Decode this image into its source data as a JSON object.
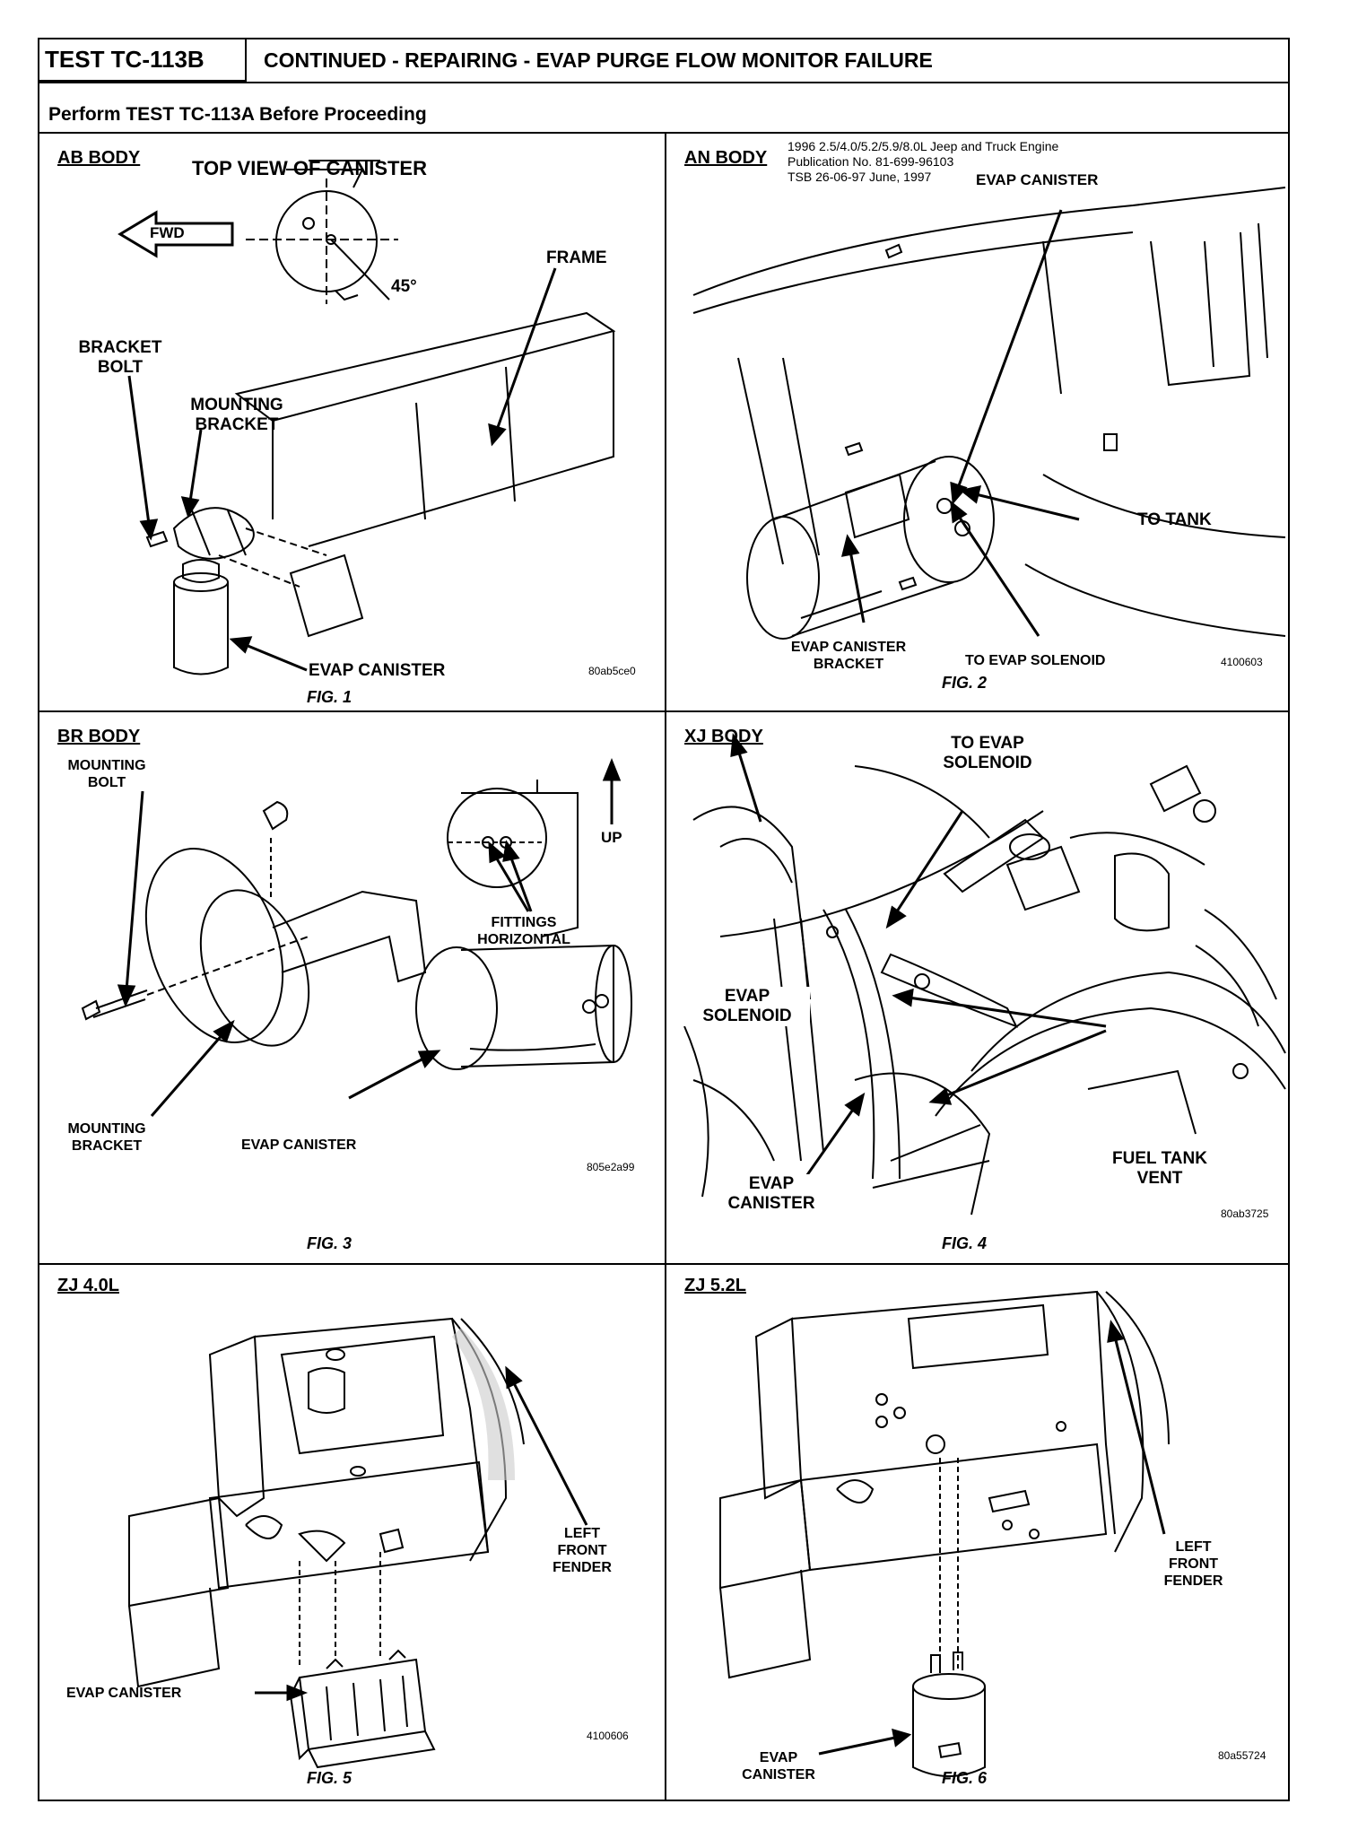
{
  "header": {
    "test_id": "TEST TC-113B",
    "title": "CONTINUED - REPAIRING - EVAP PURGE FLOW MONITOR FAILURE",
    "subheading": "Perform TEST TC-113A Before Proceeding"
  },
  "fig1": {
    "body": "AB BODY",
    "view": "TOP VIEW OF CANISTER",
    "fwd": "FWD",
    "angle": "45°",
    "frame": "FRAME",
    "bracket_bolt_1": "BRACKET",
    "bracket_bolt_2": "BOLT",
    "mounting_bracket_1": "MOUNTING",
    "mounting_bracket_2": "BRACKET",
    "evap_canister": "EVAP CANISTER",
    "code": "80ab5ce0",
    "caption": "FIG. 1"
  },
  "fig2": {
    "body": "AN BODY",
    "pub_line1": "1996 2.5/4.0/5.2/5.9/8.0L Jeep and Truck Engine",
    "pub_line2": "Publication No. 81-699-96103",
    "pub_line3": "TSB 26-06-97   June, 1997",
    "evap_canister": "EVAP CANISTER",
    "to_tank": "TO TANK",
    "bracket_1": "EVAP CANISTER",
    "bracket_2": "BRACKET",
    "to_solenoid": "TO EVAP SOLENOID",
    "code": "4100603",
    "caption": "FIG. 2"
  },
  "fig3": {
    "body": "BR BODY",
    "mounting_bolt_1": "MOUNTING",
    "mounting_bolt_2": "BOLT",
    "up": "UP",
    "fittings_1": "FITTINGS",
    "fittings_2": "HORIZONTAL",
    "mounting_bracket_1": "MOUNTING",
    "mounting_bracket_2": "BRACKET",
    "evap_canister": "EVAP CANISTER",
    "code": "805e2a99",
    "caption": "FIG. 3"
  },
  "fig4": {
    "body": "XJ BODY",
    "to_solenoid_1": "TO EVAP",
    "to_solenoid_2": "SOLENOID",
    "solenoid_1": "EVAP",
    "solenoid_2": "SOLENOID",
    "vent_1": "FUEL TANK",
    "vent_2": "VENT",
    "canister_1": "EVAP",
    "canister_2": "CANISTER",
    "code": "80ab3725",
    "caption": "FIG. 4"
  },
  "fig5": {
    "body": "ZJ 4.0L",
    "fender_1": "LEFT",
    "fender_2": "FRONT",
    "fender_3": "FENDER",
    "evap_canister": "EVAP CANISTER",
    "code": "4100606",
    "caption": "FIG. 5"
  },
  "fig6": {
    "body": "ZJ 5.2L",
    "fender_1": "LEFT",
    "fender_2": "FRONT",
    "fender_3": "FENDER",
    "canister_1": "EVAP",
    "canister_2": "CANISTER",
    "code": "80a55724",
    "caption": "FIG. 6"
  }
}
